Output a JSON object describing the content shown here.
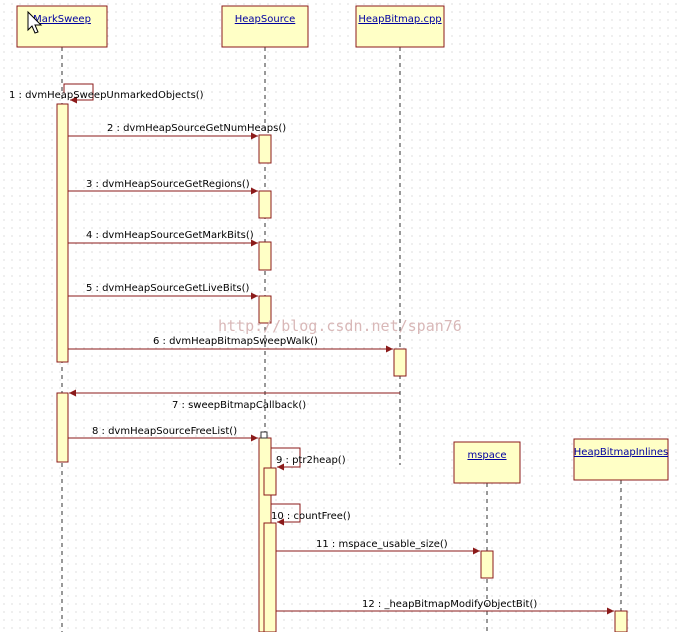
{
  "participants": [
    {
      "id": "marksweep",
      "label": "MarkSweep"
    },
    {
      "id": "heapsource",
      "label": "HeapSource"
    },
    {
      "id": "heapbitmap",
      "label": "HeapBitmap.cpp"
    },
    {
      "id": "mspace",
      "label": "mspace"
    },
    {
      "id": "heapbitmapinlines",
      "label": "HeapBitmapInlines"
    }
  ],
  "messages": [
    {
      "label": "1 : dvmHeapSweepUnmarkedObjects()"
    },
    {
      "label": "2 : dvmHeapSourceGetNumHeaps()"
    },
    {
      "label": "3 : dvmHeapSourceGetRegions()"
    },
    {
      "label": "4 : dvmHeapSourceGetMarkBits()"
    },
    {
      "label": "5 : dvmHeapSourceGetLiveBits()"
    },
    {
      "label": "6 : dvmHeapBitmapSweepWalk()"
    },
    {
      "label": "7 : sweepBitmapCallback()"
    },
    {
      "label": "8 : dvmHeapSourceFreeList()"
    },
    {
      "label": "9 : ptr2heap()"
    },
    {
      "label": "10 : countFree()"
    },
    {
      "label": "11 : mspace_usable_size()"
    },
    {
      "label": "12 : _heapBitmapModifyObjectBit()"
    }
  ],
  "watermark": "http://blog.csdn.net/span76"
}
